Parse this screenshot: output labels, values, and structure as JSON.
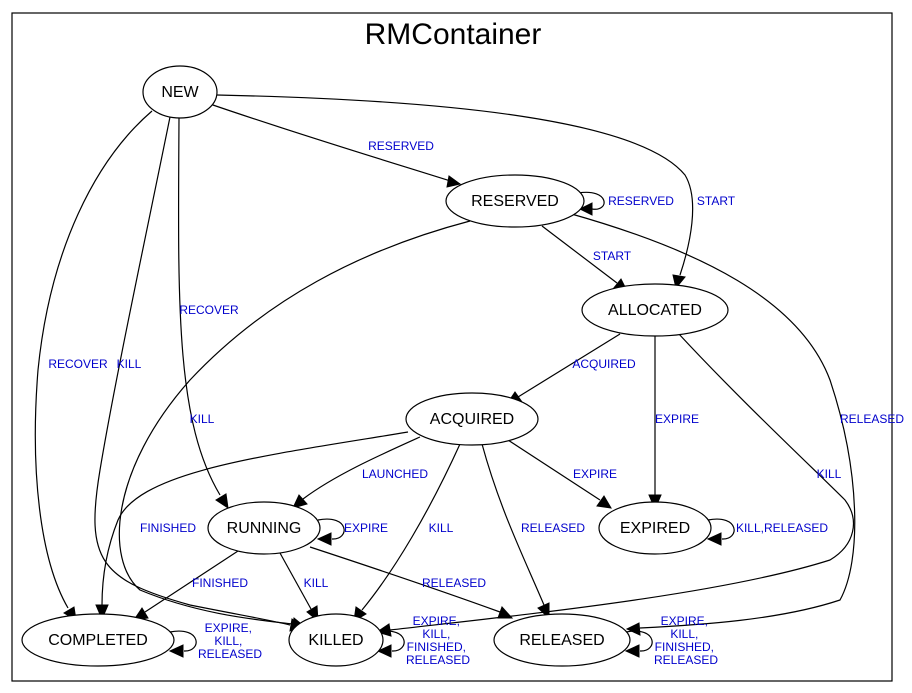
{
  "title": "RMContainer",
  "states": {
    "new": "NEW",
    "reserved": "RESERVED",
    "allocated": "ALLOCATED",
    "acquired": "ACQUIRED",
    "running": "RUNNING",
    "expired": "EXPIRED",
    "completed": "COMPLETED",
    "killed": "KILLED",
    "released": "RELEASED"
  },
  "transitions": {
    "new_reserved": "RESERVED",
    "reserved_self": "RESERVED",
    "new_allocated": "START",
    "reserved_allocated": "START",
    "new_running": "RECOVER",
    "new_completed": "RECOVER",
    "new_killed": "KILL",
    "reserved_killed": "KILL",
    "reserved_released": "RELEASED",
    "allocated_acquired": "ACQUIRED",
    "allocated_expired": "EXPIRE",
    "allocated_killed": "KILL",
    "acquired_running": "LAUNCHED",
    "acquired_expired": "EXPIRE",
    "acquired_killed": "KILL",
    "acquired_released": "RELEASED",
    "acquired_completed": "FINISHED",
    "running_self": "EXPIRE",
    "running_completed": "FINISHED",
    "running_killed": "KILL",
    "running_released": "RELEASED",
    "expired_self": "KILL,RELEASED",
    "completed_self": [
      "EXPIRE,",
      "KILL,",
      "RELEASED"
    ],
    "killed_self": [
      "EXPIRE,",
      "KILL,",
      "FINISHED,",
      "RELEASED"
    ],
    "released_self": [
      "EXPIRE,",
      "KILL,",
      "FINISHED,",
      "RELEASED"
    ]
  }
}
